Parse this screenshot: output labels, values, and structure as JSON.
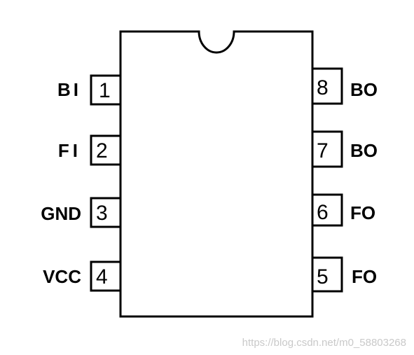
{
  "chip": {
    "pins_left": [
      {
        "number": "1",
        "name": "BI"
      },
      {
        "number": "2",
        "name": "FI"
      },
      {
        "number": "3",
        "name": "GND"
      },
      {
        "number": "4",
        "name": "VCC"
      }
    ],
    "pins_right": [
      {
        "number": "8",
        "name": "BO"
      },
      {
        "number": "7",
        "name": "BO"
      },
      {
        "number": "6",
        "name": "FO"
      },
      {
        "number": "5",
        "name": "FO"
      }
    ]
  },
  "watermark": "https://blog.csdn.net/m0_58803268"
}
